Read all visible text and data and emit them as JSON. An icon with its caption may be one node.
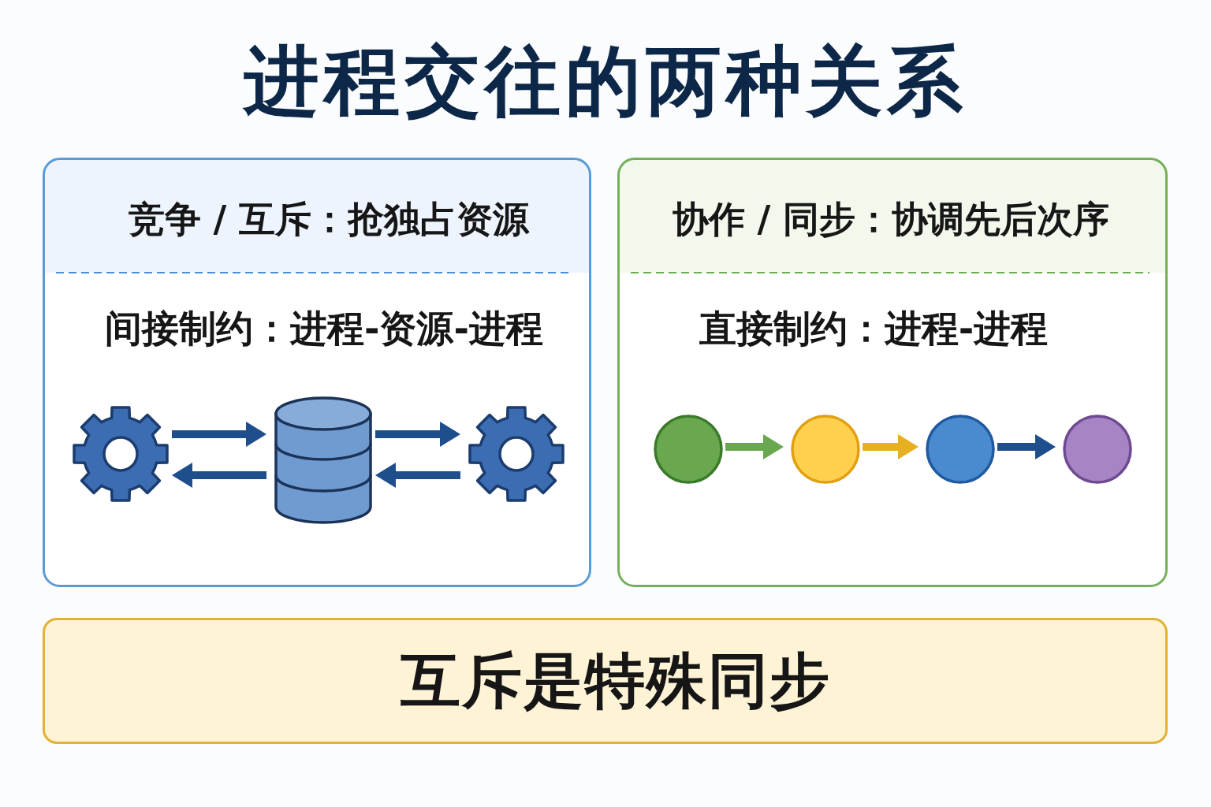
{
  "diagram": {
    "title": "进程交往的两种关系",
    "nodes": [
      {
        "text": [
          "竞争 / 互斥：抢独占资源",
          "间接制约：进程-资源-进程"
        ]
      },
      {
        "text": [],
        "shape": "gear",
        "in": 0
      },
      {
        "text": [],
        "shape": "cylinder",
        "in": 0
      },
      {
        "text": [],
        "shape": "gear",
        "in": 0
      },
      {
        "text": [
          "协作 / 同步：协调先后次序",
          "直接制约：进程-进程"
        ]
      },
      {
        "text": [],
        "shape": "circle",
        "in": 4
      },
      {
        "text": [],
        "shape": "circle",
        "in": 4
      },
      {
        "text": [],
        "shape": "circle",
        "in": 4
      },
      {
        "text": [],
        "shape": "circle",
        "in": 4
      },
      {
        "text": [
          "互斥是特殊同步"
        ]
      }
    ],
    "edges": [
      {
        "from": 1,
        "to": 2,
        "arrow": "to"
      },
      {
        "from": 2,
        "to": 1,
        "arrow": "to"
      },
      {
        "from": 2,
        "to": 3,
        "arrow": "to"
      },
      {
        "from": 3,
        "to": 2,
        "arrow": "to"
      },
      {
        "from": 5,
        "to": 6,
        "arrow": "to",
        "color": "#6aa84f"
      },
      {
        "from": 6,
        "to": 7,
        "arrow": "to",
        "color": "#e8b020"
      },
      {
        "from": 7,
        "to": 8,
        "arrow": "to"
      }
    ]
  }
}
